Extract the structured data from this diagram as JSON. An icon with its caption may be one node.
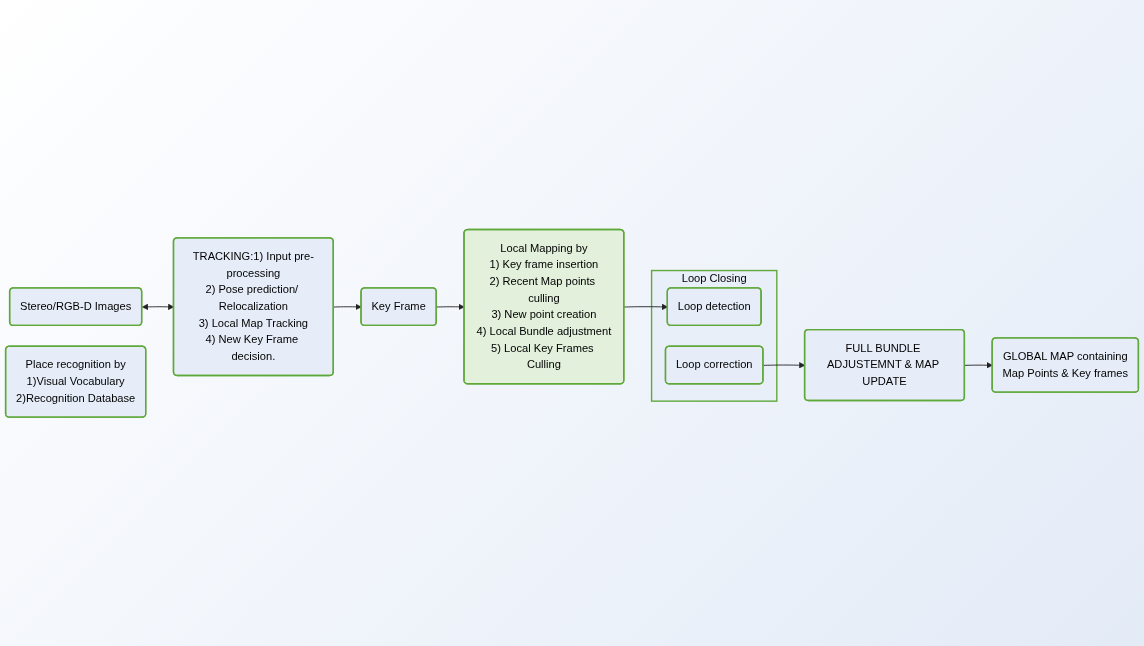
{
  "diagram": {
    "nodes": [
      {
        "text": [
          "Stereo/RGB-D Images"
        ]
      },
      {
        "text": [
          "TRACKING:1) Input pre-processing",
          "2) Pose prediction/ Relocalization",
          "3) Local Map Tracking",
          "4) New Key Frame decision."
        ]
      },
      {
        "text": [
          "Key Frame"
        ]
      },
      {
        "text": [
          "GLOBAL MAP containing",
          "Map Points & Key frames"
        ]
      },
      {
        "text": [
          "Place recognition by",
          "1)Visual Vocabulary",
          "2)Recognition Database"
        ]
      },
      {
        "text": [
          "Local Mapping by",
          "1) Key frame insertion",
          "2) Recent Map points culling",
          "3) New point creation",
          "4) Local Bundle adjustment",
          "5) Local Key Frames Culling"
        ]
      },
      {
        "text": [
          "Loop Closing"
        ]
      },
      {
        "text": [
          "Loop detection"
        ],
        "in": 6
      },
      {
        "text": [
          "Loop correction"
        ],
        "in": 6
      },
      {
        "text": [
          "FULL BUNDLE ADJUSTEMNT & MAP UPDATE"
        ]
      }
    ],
    "edges": [
      {
        "from": 0,
        "to": 1,
        "arrow": "both"
      },
      {
        "from": 1,
        "to": 2,
        "arrow": "to"
      },
      {
        "from": 2,
        "to": 5,
        "arrow": "to"
      },
      {
        "from": 5,
        "to": 7,
        "arrow": "to"
      },
      {
        "from": 8,
        "to": 9,
        "arrow": "to"
      },
      {
        "from": 9,
        "to": 3,
        "arrow": "to"
      }
    ]
  }
}
